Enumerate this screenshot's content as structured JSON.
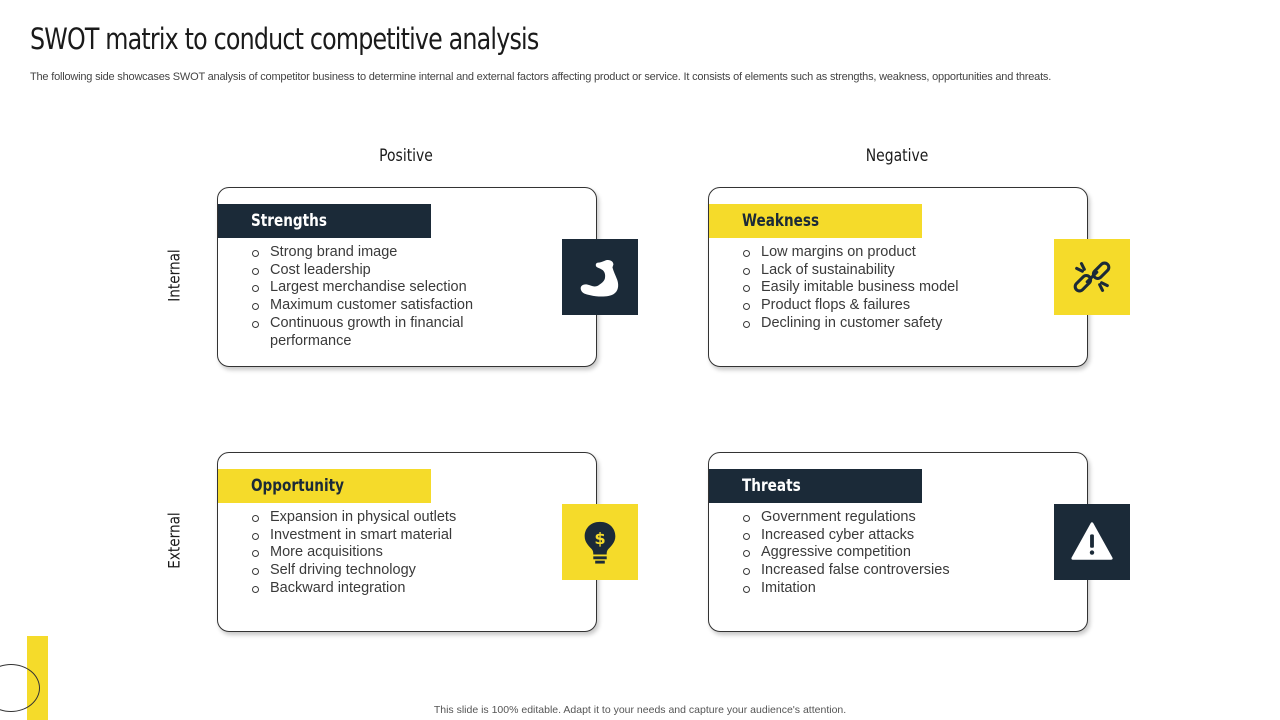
{
  "header": {
    "title": "SWOT matrix to conduct competitive analysis",
    "subtitle": "The following side showcases SWOT analysis of competitor business to determine internal and external factors affecting product or service. It consists of elements such as strengths, weakness, opportunities and threats."
  },
  "columns": {
    "positive": "Positive",
    "negative": "Negative"
  },
  "rows": {
    "internal": "Internal",
    "external": "External"
  },
  "quadrants": {
    "strengths": {
      "title": "Strengths",
      "icon": "flexed-bicep-icon",
      "items": [
        "Strong brand image",
        "Cost leadership",
        "Largest merchandise selection",
        "Maximum customer satisfaction",
        "Continuous growth in financial performance"
      ]
    },
    "weakness": {
      "title": "Weakness",
      "icon": "broken-link-icon",
      "items": [
        "Low margins on product",
        "Lack of sustainability",
        "Easily imitable business model",
        "Product flops & failures",
        "Declining in customer safety"
      ]
    },
    "opportunity": {
      "title": "Opportunity",
      "icon": "lightbulb-dollar-icon",
      "items": [
        "Expansion in physical outlets",
        "Investment in smart material",
        "More acquisitions",
        "Self driving technology",
        "Backward integration"
      ]
    },
    "threats": {
      "title": "Threats",
      "icon": "warning-triangle-icon",
      "items": [
        "Government regulations",
        "Increased cyber attacks",
        "Aggressive competition",
        "Increased false controversies",
        "Imitation"
      ]
    }
  },
  "footer": {
    "note": "This slide is 100% editable.  Adapt it to your needs and capture your audience's attention."
  },
  "colors": {
    "dark": "#1b2a38",
    "accent": "#f5db2a",
    "border": "#333333"
  }
}
